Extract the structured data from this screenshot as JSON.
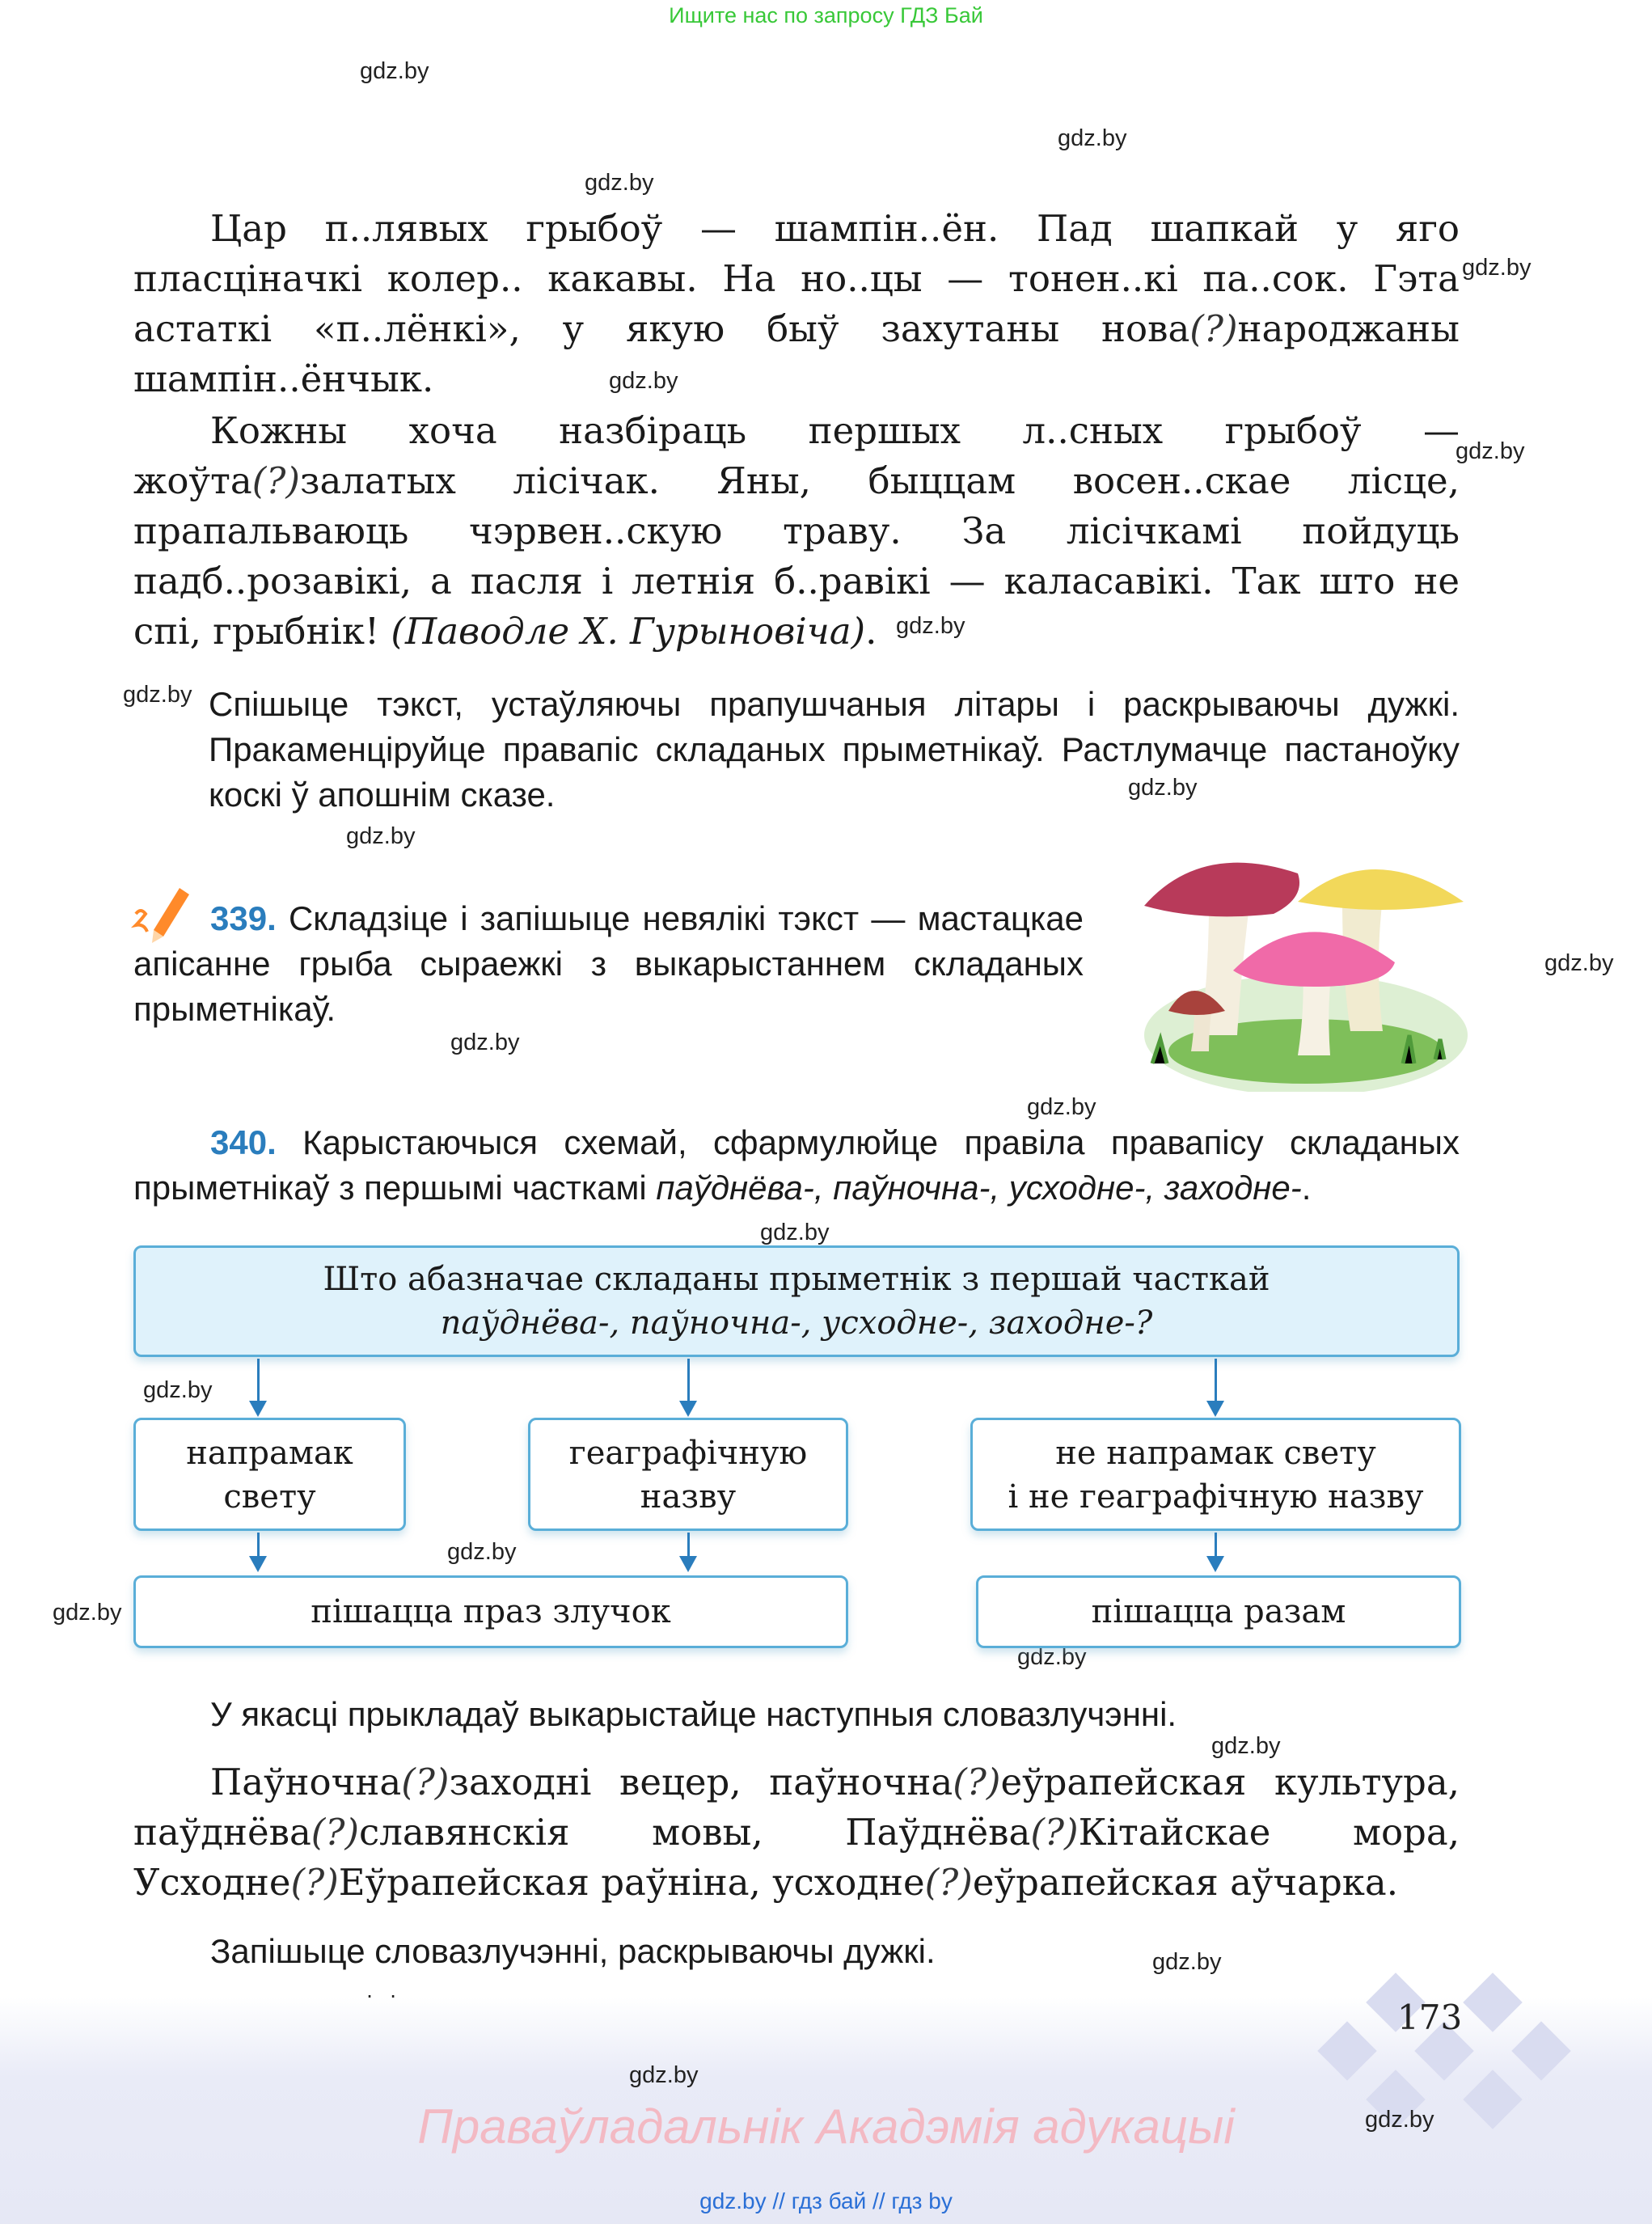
{
  "header": {
    "search_link": "Ищите нас по запросу ГДЗ Бай"
  },
  "watermark": "gdz.by",
  "text": {
    "p1": "Цар п..лявых грыбоў — шампін..ён. Пад шапкай у яго пласціначкі колер.. какавы. На но..цы — тонен..кі па..сок. Гэта астаткі «п..лёнкі», у якую быў захутаны нова(?)народжаны шампін..ёнчык.",
    "p2": "Кожны хоча назбіраць першых л..сных грыбоў — жоўта(?)залатых лісічак. Яны, быццам восен..скае лісце, прапальваюць чэрвен..скую траву. За лісічкамі пойдуць падб..розавікі, а пасля і летнія б..равікі — каласавікі. Так што не спі, грыбнік! (Паводле Х. Гурыновіча)."
  },
  "instructions1": "Спішыце тэкст, устаўляючы прапушчаныя літары і раскрываючы дужкі. Пракаменціруйце правапіс складаных прыметнікаў. Растлумачце пастаноўку коскі ў апошнім сказе.",
  "exercise339": {
    "number": "339.",
    "text": "Складзіце і запішыце невялікі тэкст — мастацкае апісанне грыба сыраежкі з выкарыстаннем складаных прыметнікаў."
  },
  "exercise340": {
    "number": "340.",
    "text_start": "Карыстаючыся схемай, сфармулюйце правіла правапісу складаных прыметнікаў з першымі часткамі ",
    "text_italic": "паўднёва-, паўночна-, усходне-, заходне-",
    "text_end": "."
  },
  "diagram": {
    "question_line1": "Што абазначае складаны прыметнік з першай часткай",
    "question_line2": "паўднёва-, паўночна-, усходне-, заходне-?",
    "box1_line1": "напрамак",
    "box1_line2": "свету",
    "box2_line1": "геаграфічную",
    "box2_line2": "назву",
    "box3_line1": "не напрамак свету",
    "box3_line2": "і не геаграфічную назву",
    "result_left": "пішацца праз злучок",
    "result_right": "пішацца разам"
  },
  "examples_intro": "У якасці прыкладаў выкарыстайце наступныя словазлучэнні.",
  "examples": "Паўночна(?)заходні вецер, паўночна(?)еўрапейская культура, паўднёва(?)славянскія мовы, Паўднёва(?)Кітайскае мора, Усходне(?)Еўрапейская раўніна, усходне(?)еўрапейская аўчарка.",
  "final_instruction": "Запішыце словазлучэнні, раскрываючы дужкі.",
  "page_number": "173",
  "rights_holder": "Праваўладальнік Акадэмія адукацыі",
  "footer_links": "gdz.by  //  гдз бай  //  гдз by"
}
